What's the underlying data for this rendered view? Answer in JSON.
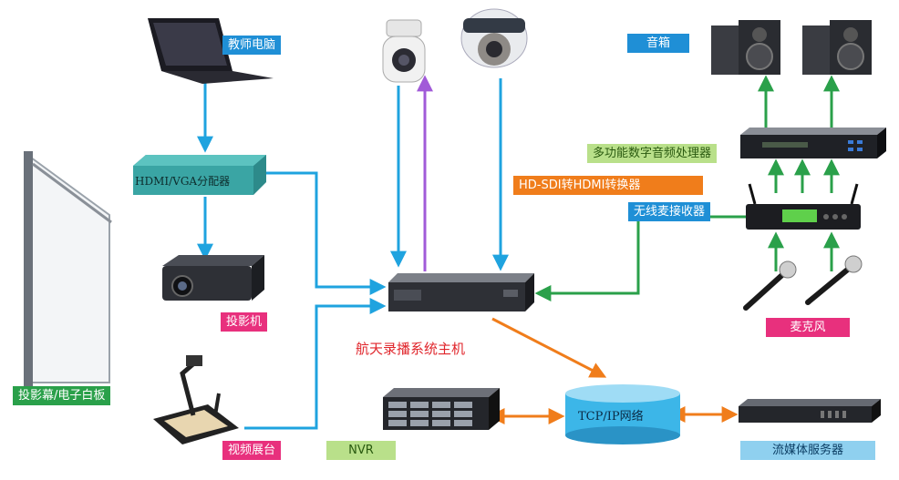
{
  "labels": {
    "teacher_pc": "教师电脑",
    "splitter": "HDMI/VGA分配器",
    "projector": "投影机",
    "visualizer": "视频展台",
    "screen": "投影幕/电子白板",
    "host": "航天录播系统主机",
    "nvr": "NVR",
    "network": "TCP/IP网络",
    "streaming": "流媒体服务器",
    "speakers": "音箱",
    "audio_processor": "多功能数字音频处理器",
    "converter": "HD-SDI转HDMI转换器",
    "wireless_receiver": "无线麦接收器",
    "microphone": "麦克风"
  },
  "colors": {
    "link_blue": "#1fa3df",
    "link_green": "#2aa04a",
    "link_purple": "#a15bd8",
    "link_orange": "#f07d1b"
  }
}
